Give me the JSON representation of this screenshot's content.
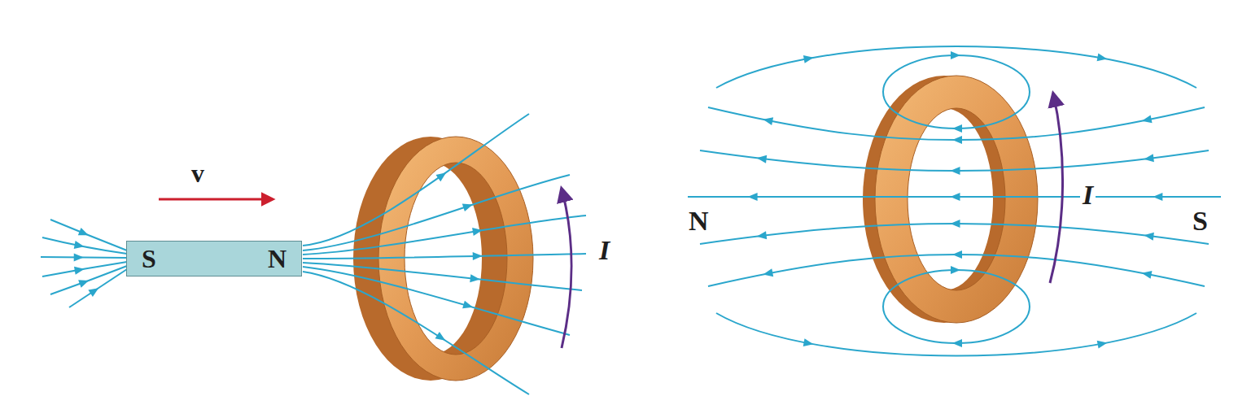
{
  "diagram": {
    "nodes": [
      {
        "text": [
          "S",
          "N"
        ]
      }
    ],
    "labels": [
      "v",
      "I",
      "N",
      "I",
      "S"
    ]
  }
}
